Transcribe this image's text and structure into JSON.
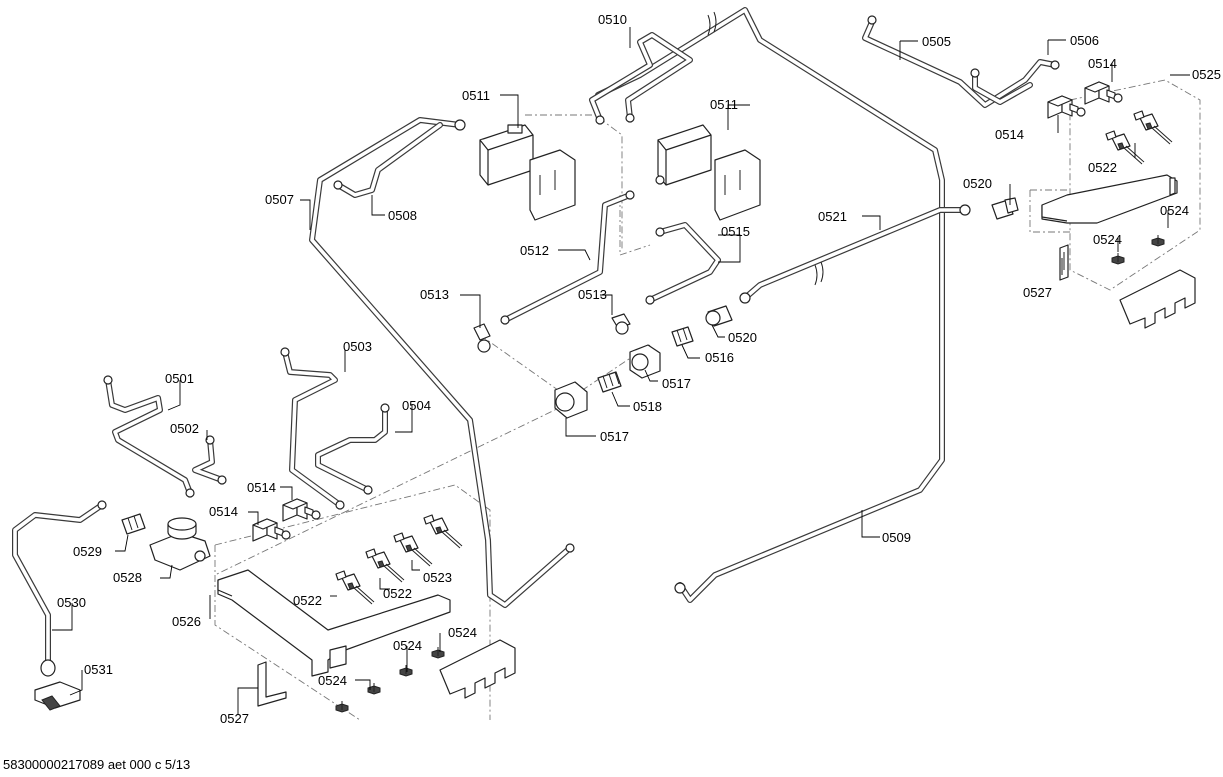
{
  "labels": {
    "p0501": "0501",
    "p0502": "0502",
    "p0503": "0503",
    "p0504": "0504",
    "p0505": "0505",
    "p0506": "0506",
    "p0507": "0507",
    "p0508": "0508",
    "p0509": "0509",
    "p0510": "0510",
    "p0511": "0511",
    "p0512": "0512",
    "p0513": "0513",
    "p0514": "0514",
    "p0515": "0515",
    "p0516": "0516",
    "p0517": "0517",
    "p0518": "0518",
    "p0520": "0520",
    "p0521": "0521",
    "p0522": "0522",
    "p0523": "0523",
    "p0524": "0524",
    "p0525": "0525",
    "p0526": "0526",
    "p0527": "0527",
    "p0528": "0528",
    "p0529": "0529",
    "p0530": "0530",
    "p0531": "0531"
  },
  "caption": "58300000217089 aet 000 c 5/13"
}
